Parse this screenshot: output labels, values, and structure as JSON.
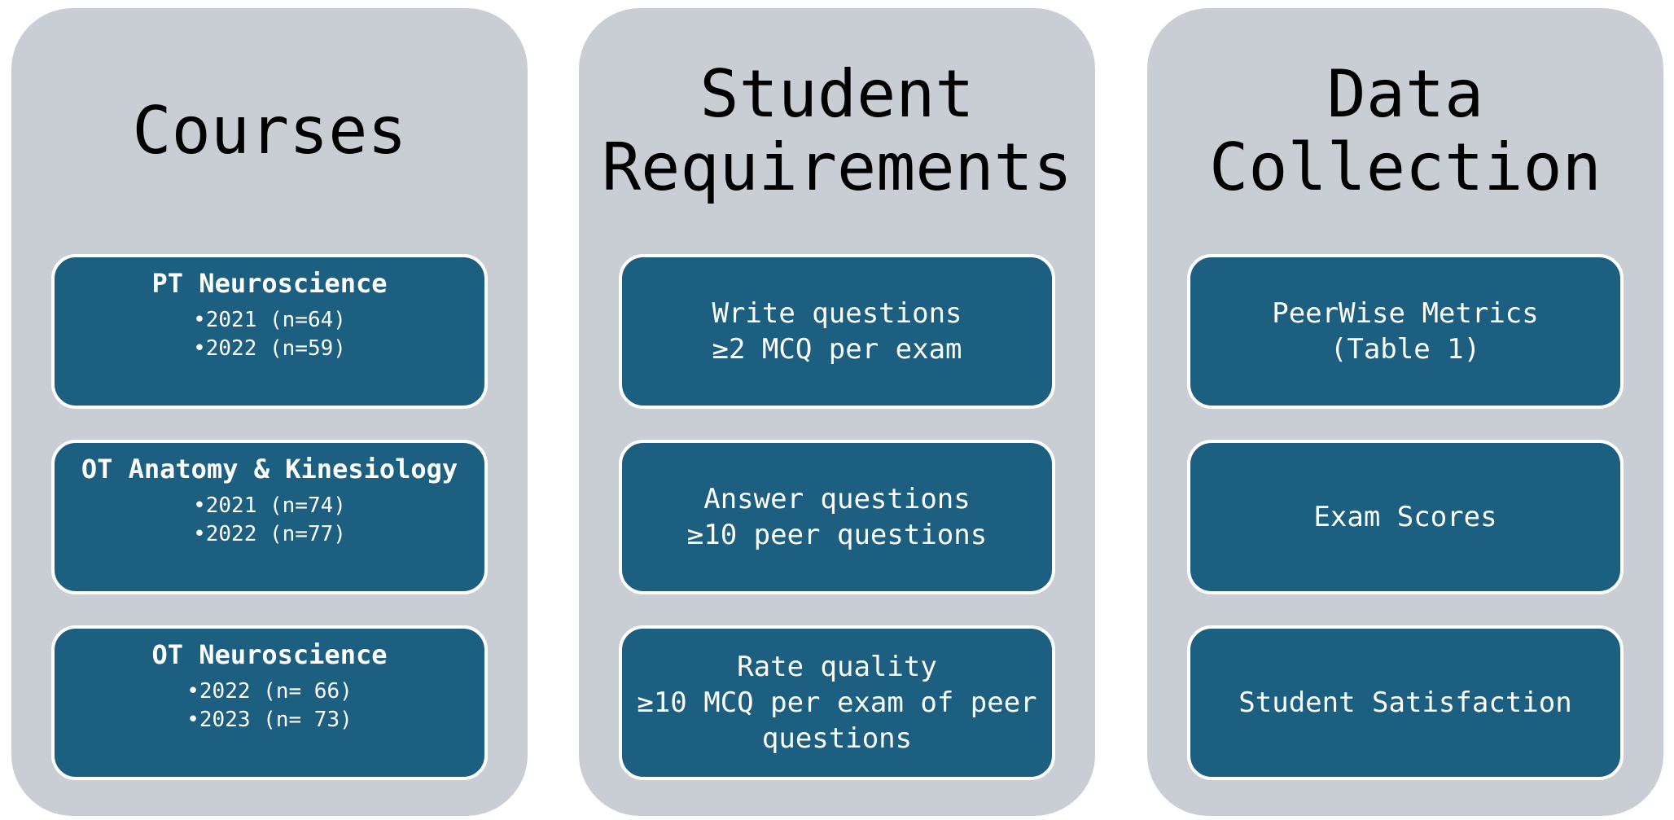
{
  "figure": {
    "bullet_char": "•",
    "colors": {
      "page_bg": "#ffffff",
      "column_bg": "#c9ced5",
      "box_bg": "#1d5f80",
      "box_border": "#ffffff",
      "title_text": "#000000",
      "box_text": "#ffffff"
    },
    "columns": [
      {
        "title_lines": [
          "Courses"
        ],
        "boxes": [
          {
            "heading": "PT Neuroscience",
            "bullets": [
              "2021 (n=64)",
              "2022 (n=59)"
            ]
          },
          {
            "heading": "OT Anatomy & Kinesiology",
            "bullets": [
              "2021 (n=74)",
              "2022 (n=77)"
            ]
          },
          {
            "heading": "OT Neuroscience",
            "bullets": [
              "2022 (n= 66)",
              "2023 (n= 73)"
            ]
          }
        ]
      },
      {
        "title_lines": [
          "Student",
          "Requirements"
        ],
        "boxes": [
          {
            "lines": [
              "Write questions",
              "≥2 MCQ per exam"
            ]
          },
          {
            "lines": [
              "Answer questions",
              "≥10 peer questions"
            ]
          },
          {
            "lines": [
              "Rate quality",
              "≥10 MCQ per exam of peer",
              "questions"
            ]
          }
        ]
      },
      {
        "title_lines": [
          "Data",
          "Collection"
        ],
        "boxes": [
          {
            "lines": [
              "PeerWise Metrics",
              "(Table 1)"
            ]
          },
          {
            "lines": [
              "Exam Scores"
            ]
          },
          {
            "lines": [
              "Student Satisfaction"
            ]
          }
        ]
      }
    ]
  }
}
